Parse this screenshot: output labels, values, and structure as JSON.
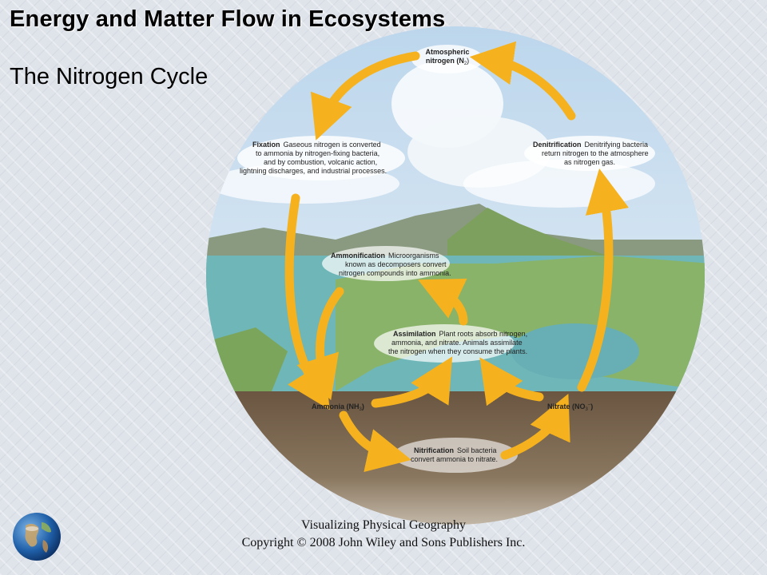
{
  "slide": {
    "title": "Energy and Matter Flow in Ecosystems",
    "subtitle": "The Nitrogen Cycle"
  },
  "diagram": {
    "labels": {
      "atmospheric_1": "Atmospheric",
      "atmospheric_2": "nitrogen (N",
      "atmospheric_sub": "2",
      "atmospheric_close": ")",
      "fixation_title": "Fixation",
      "fixation_l1": "Gaseous nitrogen is converted",
      "fixation_l2": "to ammonia by nitrogen-fixing bacteria,",
      "fixation_l3": "and by combustion, volcanic action,",
      "fixation_l4": "lightning discharges, and industrial processes.",
      "denitrification_title": "Denitrification",
      "denitrification_l1": "Denitrifying bacteria",
      "denitrification_l2": "return nitrogen to the atmosphere",
      "denitrification_l3": "as nitrogen gas.",
      "ammonification_title": "Ammonification",
      "ammonification_l1": "Microorganisms",
      "ammonification_l2": "known as decomposers convert",
      "ammonification_l3": "nitrogen compounds into ammonia.",
      "assimilation_title": "Assimilation",
      "assimilation_l1": "Plant roots absorb nitrogen,",
      "assimilation_l2": "ammonia, and nitrate. Animals assimilate",
      "assimilation_l3": "the nitrogen when they consume the plants.",
      "ammonia": "Ammonia (NH",
      "ammonia_sub": "3",
      "ammonia_close": ")",
      "nitrate": "Nitrate (NO",
      "nitrate_sub": "3",
      "nitrate_sup": "–",
      "nitrate_close": ")",
      "nitrification_title": "Nitrification",
      "nitrification_l1": "Soil bacteria",
      "nitrification_l2": "convert ammonia to nitrate."
    },
    "colors": {
      "arrow": "#f5b21e",
      "sky": "#cfe3f2",
      "water": "#6fb6b8",
      "land": "#8ab36a",
      "soil": "#6e5a44"
    }
  },
  "footer": {
    "line1": "Visualizing Physical Geography",
    "line2": "Copyright © 2008 John Wiley and Sons Publishers Inc."
  },
  "icons": {
    "globe": "globe-icon"
  }
}
